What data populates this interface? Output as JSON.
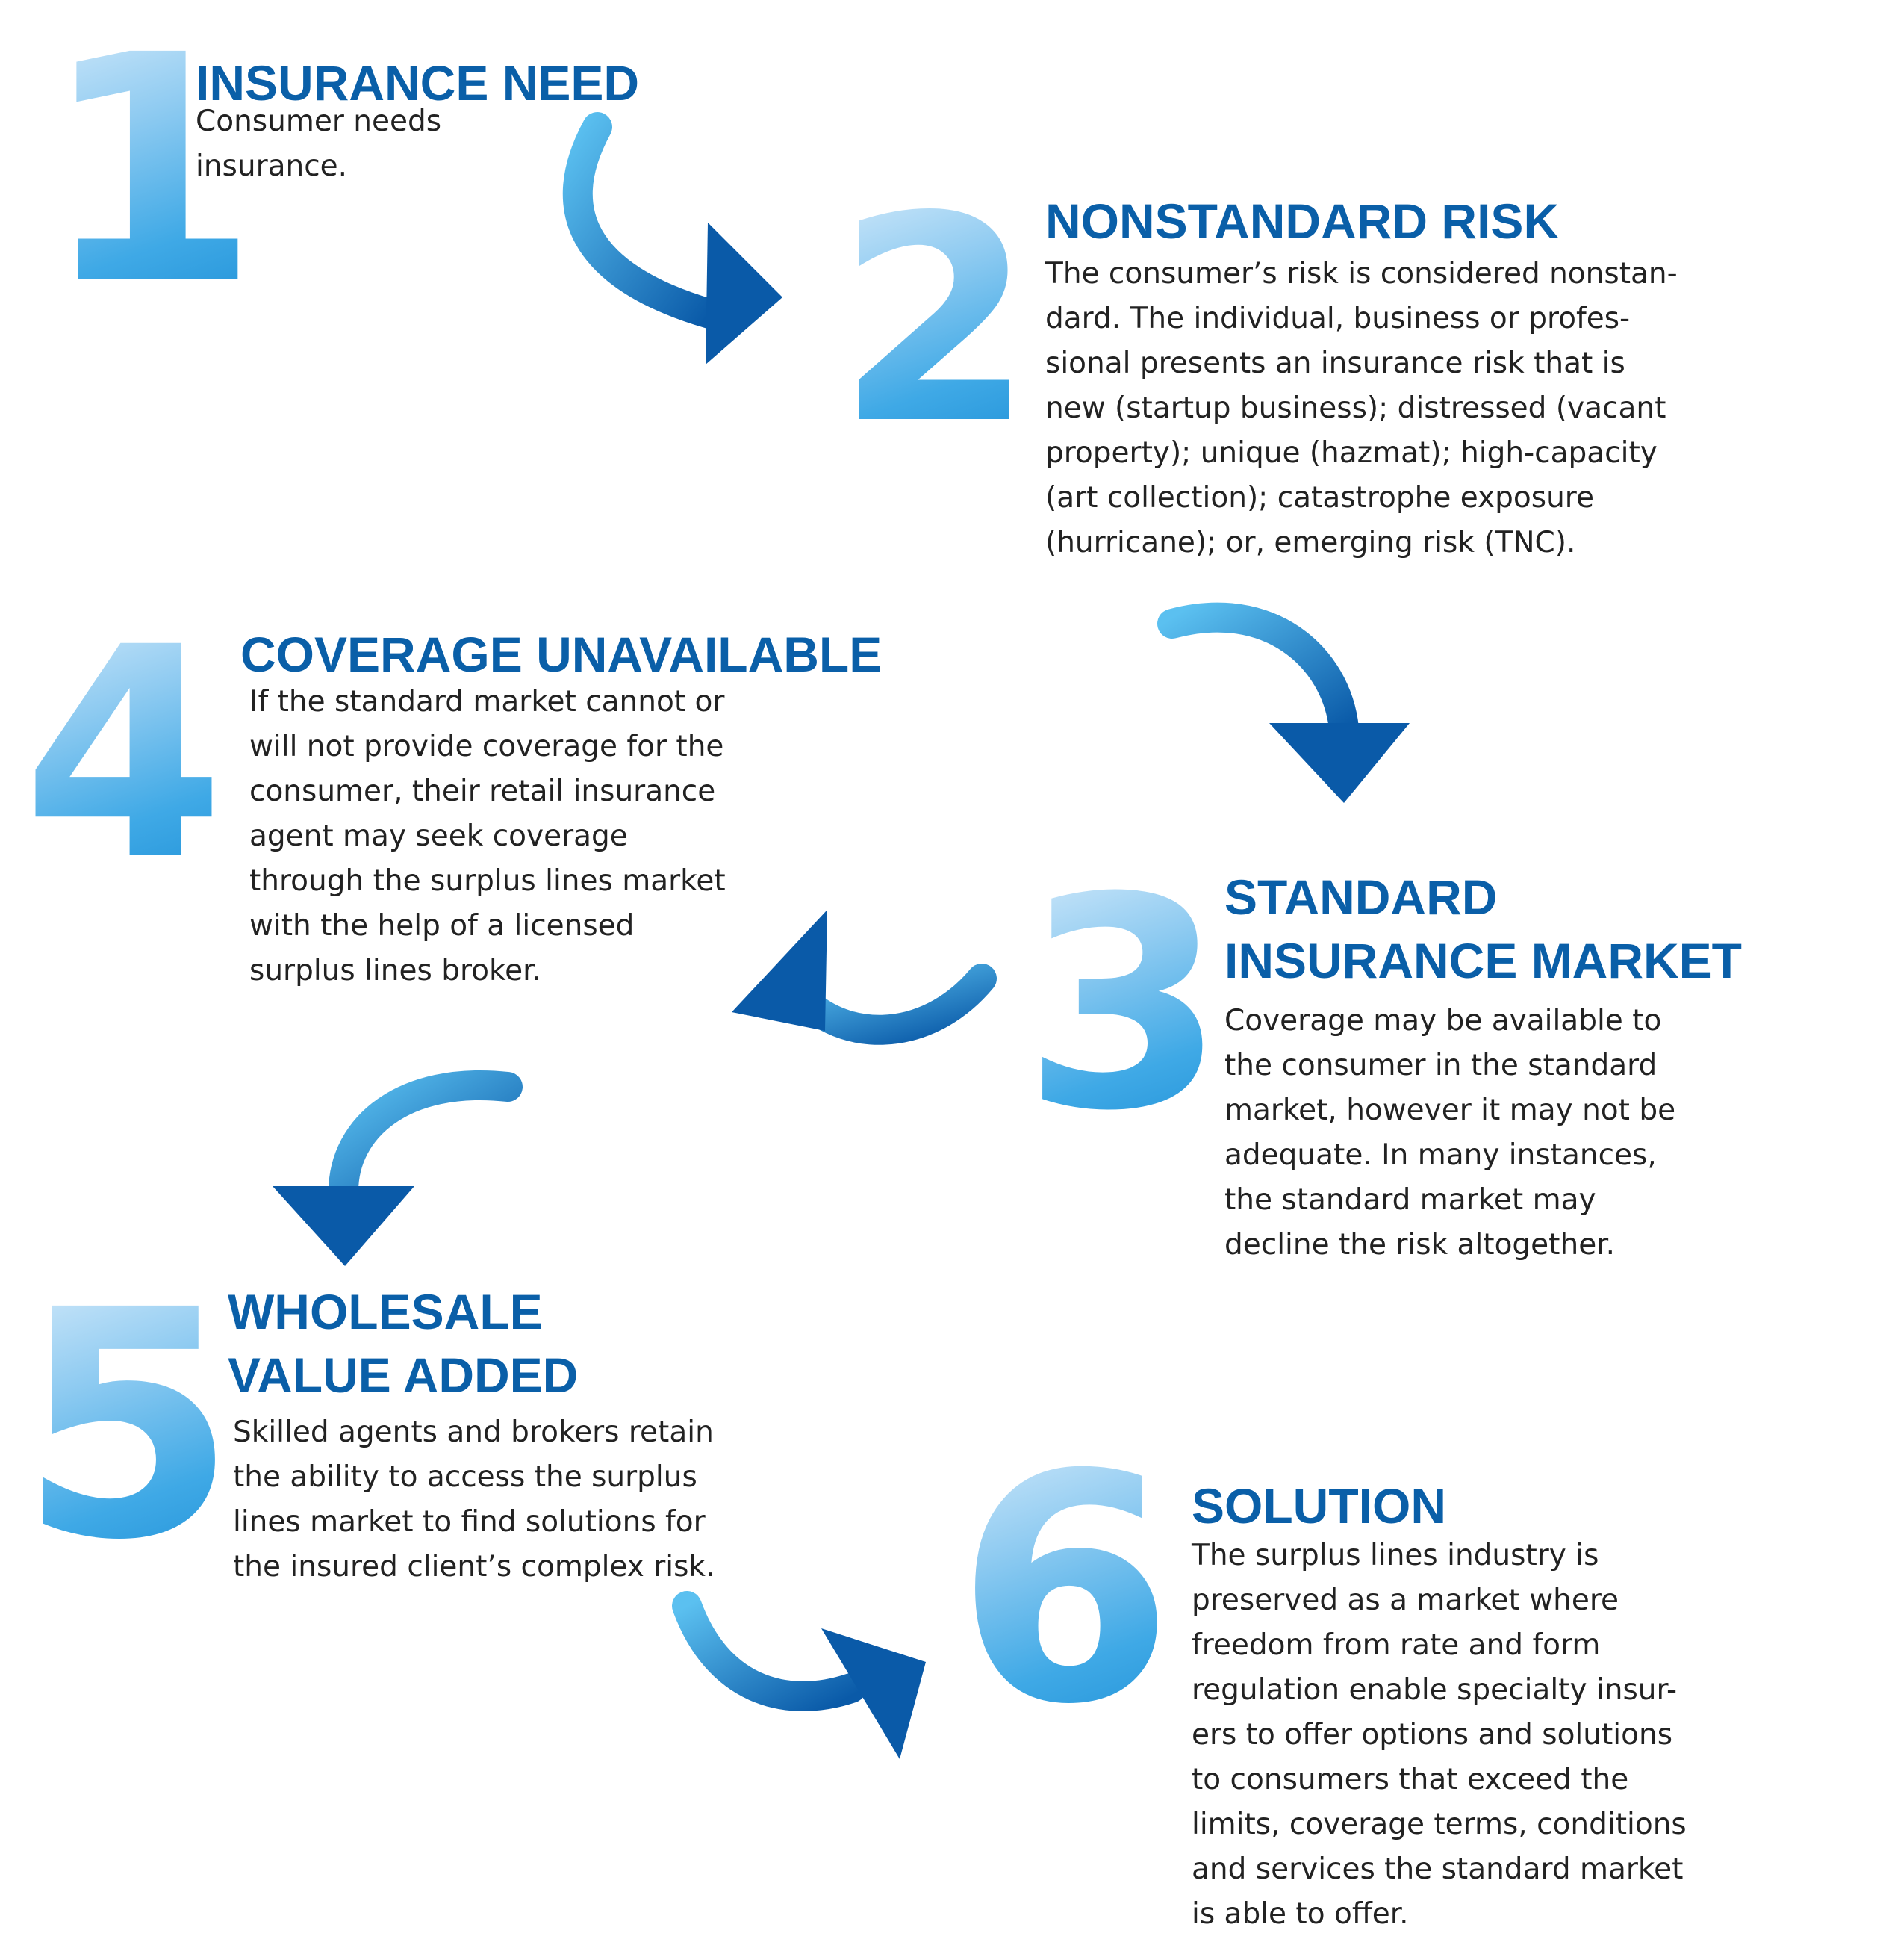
{
  "colors": {
    "title": "#0a5fa8",
    "body": "#222222",
    "numeral_light": "#d8ecfb",
    "numeral_dark": "#1e8fd6",
    "arrow_light": "#5bc0f0",
    "arrow_dark": "#0a5aa8"
  },
  "steps": [
    {
      "number": "1",
      "title": "INSURANCE NEED",
      "body": "Consumer needs\ninsurance."
    },
    {
      "number": "2",
      "title": "NONSTANDARD RISK",
      "body": "The consumer’s risk is considered nonstan-\ndard. The individual, business or profes-\nsional presents an insurance risk that is\nnew (startup business); distressed (vacant\nproperty); unique (hazmat); high-capacity\n(art collection); catastrophe exposure\n(hurricane); or, emerging risk (TNC)."
    },
    {
      "number": "3",
      "title_line1": "STANDARD",
      "title_line2": "INSURANCE MARKET",
      "body": "Coverage may be available to\nthe consumer in the standard\nmarket, however it may not be\nadequate. In many instances,\nthe standard market may\ndecline the risk altogether."
    },
    {
      "number": "4",
      "title": "COVERAGE UNAVAILABLE",
      "body": "If the standard market cannot or\nwill not provide coverage for the\nconsumer, their retail insurance\nagent may seek coverage\nthrough the surplus lines market\nwith the help of a licensed\nsurplus lines broker."
    },
    {
      "number": "5",
      "title_line1": "WHOLESALE",
      "title_line2": "VALUE ADDED",
      "body": "Skilled agents and brokers retain\nthe ability to access the surplus\nlines market to find solutions for\nthe insured client’s complex risk."
    },
    {
      "number": "6",
      "title": "SOLUTION",
      "body": "The surplus lines industry is\npreserved as a market where\nfreedom from rate and form\nregulation enable specialty insur-\ners to offer options and solutions\nto consumers that exceed the\nlimits, coverage terms, conditions\nand services the standard market\nis able to offer."
    }
  ],
  "arrows": [
    {
      "from": "1",
      "to": "2"
    },
    {
      "from": "2",
      "to": "3"
    },
    {
      "from": "3",
      "to": "4"
    },
    {
      "from": "4",
      "to": "5"
    },
    {
      "from": "5",
      "to": "6"
    }
  ]
}
